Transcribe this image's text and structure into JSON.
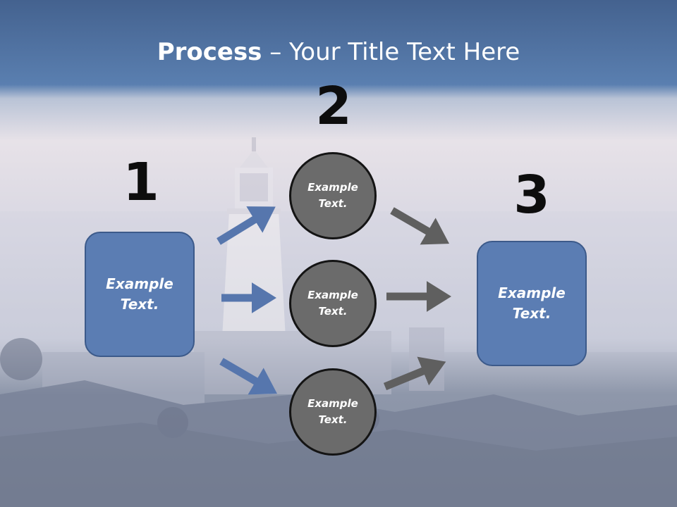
{
  "slide": {
    "title_bold": "Process",
    "title_rest": " – Your Title Text Here",
    "step_numbers": [
      "1",
      "2",
      "3"
    ],
    "left_box": {
      "text": "Example Text."
    },
    "right_box": {
      "text": "Example Text."
    },
    "circles": [
      {
        "text": "Example Text."
      },
      {
        "text": "Example Text."
      },
      {
        "text": "Example Text."
      }
    ]
  },
  "colors": {
    "box_fill": "#5b7db3",
    "circle_fill": "#6b6b6b",
    "arrow_blue": "#5676ad",
    "arrow_gray": "#5f5f5f"
  }
}
